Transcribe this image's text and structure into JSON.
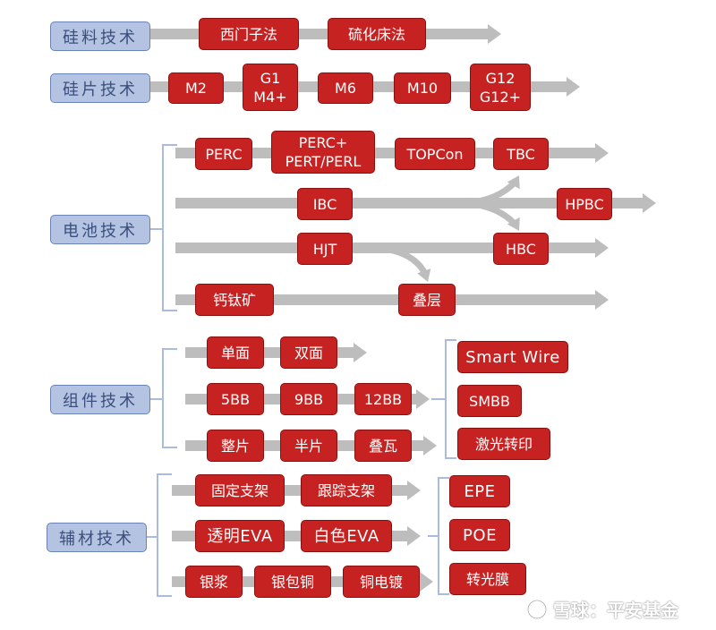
{
  "colors": {
    "arrow": "#bdbdbd",
    "bracket": "#a9bbe0",
    "tech_fill": "#c62222",
    "category_fill": "#b4c3e2"
  },
  "categories": {
    "silicon_material": "硅料技术",
    "wafer": "硅片技术",
    "cell": "电池技术",
    "module": "组件技术",
    "auxiliary": "辅材技术"
  },
  "silicon_material": {
    "siemens": "西门子法",
    "fluidized_bed": "硫化床法"
  },
  "wafer": {
    "m2": "M2",
    "g1": "G1\nM4+",
    "m6": "M6",
    "m10": "M10",
    "g12": "G12\nG12+"
  },
  "cell": {
    "perc": "PERC",
    "perc_plus": "PERC+\nPERT/PERL",
    "topcon": "TOPCon",
    "tbc": "TBC",
    "ibc": "IBC",
    "hpbc": "HPBC",
    "hjt": "HJT",
    "hbc": "HBC",
    "perovskite": "钙钛矿",
    "tandem": "叠层"
  },
  "module": {
    "mono_facial": "单面",
    "bifacial": "双面",
    "bb5": "5BB",
    "bb9": "9BB",
    "bb12": "12BB",
    "full_cell": "整片",
    "half_cell": "半片",
    "shingled": "叠瓦",
    "smart_wire": "Smart Wire",
    "smbb": "SMBB",
    "laser_transfer": "激光转印"
  },
  "auxiliary": {
    "fixed_mount": "固定支架",
    "tracking_mount": "跟踪支架",
    "clear_eva": "透明EVA",
    "white_eva": "白色EVA",
    "silver_paste": "银浆",
    "silver_copper": "银包铜",
    "copper_plating": "铜电镀",
    "epe": "EPE",
    "poe": "POE",
    "light_film": "转光膜"
  },
  "watermark": {
    "text": "雪球：平安基金",
    "icon": "snowball-logo-icon"
  }
}
